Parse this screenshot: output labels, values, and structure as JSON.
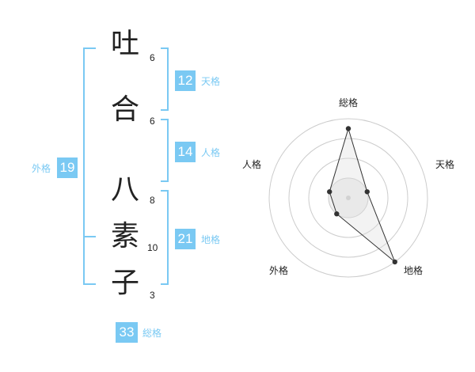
{
  "name": {
    "chars": [
      {
        "char": "吐",
        "strokes": "6"
      },
      {
        "char": "合",
        "strokes": "6"
      },
      {
        "char": "八",
        "strokes": "8"
      },
      {
        "char": "素",
        "strokes": "10"
      },
      {
        "char": "子",
        "strokes": "3"
      }
    ]
  },
  "fortune": {
    "tenkaku": {
      "value": "12",
      "label": "天格"
    },
    "jinkaku": {
      "value": "14",
      "label": "人格"
    },
    "chikaku": {
      "value": "21",
      "label": "地格"
    },
    "gaikaku": {
      "value": "19",
      "label": "外格"
    },
    "soukaku": {
      "value": "33",
      "label": "総格"
    }
  },
  "colors": {
    "accent": "#7ac9f3",
    "text": "#222222",
    "grid": "#cccccc"
  },
  "radar": {
    "axes": [
      "総格",
      "天格",
      "地格",
      "外格",
      "人格"
    ],
    "levels": 4,
    "scores": [
      3.5,
      1,
      4,
      1,
      1
    ],
    "max": 4.2
  }
}
